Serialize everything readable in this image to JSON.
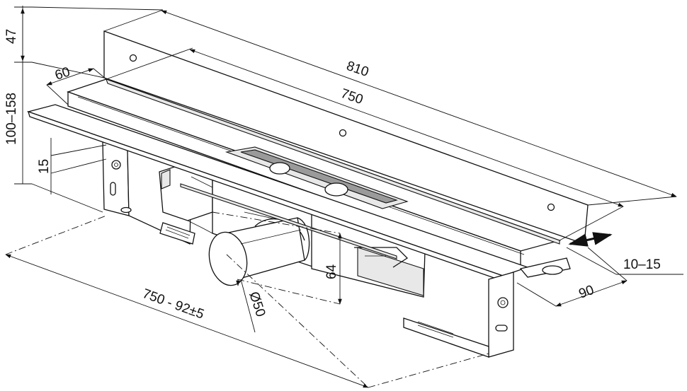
{
  "dimensions": {
    "height_top": "47",
    "height_range": "100–158",
    "depth_60": "60",
    "length_810": "810",
    "length_750": "750",
    "depth_15": "15",
    "height_64": "64",
    "outlet_diameter": "Ø50",
    "install_length": "750 - 92±5",
    "width_90": "90",
    "adjust_10_15": "10–15"
  },
  "colors": {
    "line": "#111111",
    "shade": "#e8e8e8",
    "dark": "#9a9a9a"
  }
}
